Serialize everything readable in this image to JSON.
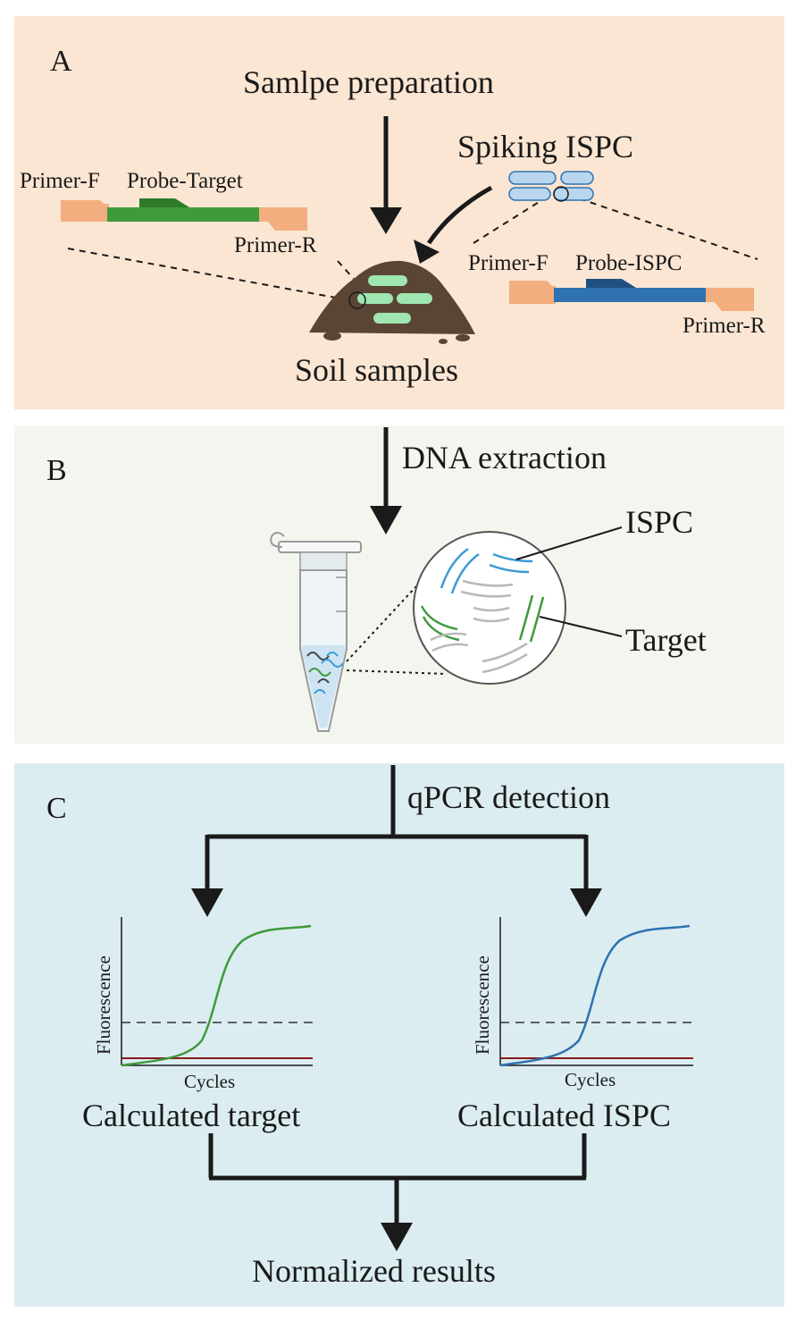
{
  "panel_a": {
    "letter": "A",
    "title": "Samlpe preparation",
    "spiking": "Spiking ISPC",
    "soil": "Soil samples",
    "target_gene": {
      "primer_f": "Primer-F",
      "probe": "Probe-Target",
      "primer_r": "Primer-R"
    },
    "ispc_gene": {
      "primer_f": "Primer-F",
      "probe": "Probe-ISPC",
      "primer_r": "Primer-R"
    }
  },
  "panel_b": {
    "letter": "B",
    "title": "DNA extraction",
    "ispc_label": "ISPC",
    "target_label": "Target"
  },
  "panel_c": {
    "letter": "C",
    "title": "qPCR detection",
    "left_chart": {
      "y_label": "Fluorescence",
      "x_label": "Cycles",
      "caption": "Calculated target"
    },
    "right_chart": {
      "y_label": "Fluorescence",
      "x_label": "Cycles",
      "caption": "Calculated ISPC"
    },
    "result": "Normalized results"
  },
  "colors": {
    "panel_a_bg": "#fbe6d3",
    "panel_b_bg": "#f3f6ee",
    "panel_c_bg": "#dcedf1",
    "target_green": "#3f9a3b",
    "ispc_blue": "#2f72b0",
    "primer_orange": "#f2ae7e",
    "baseline_red": "#8b1a1a"
  },
  "icons": [
    "arrow-down-icon",
    "soil-pile-icon",
    "bacteria-cell-icon",
    "microtube-icon",
    "dna-strand-icon",
    "magnifier-circle-icon"
  ]
}
